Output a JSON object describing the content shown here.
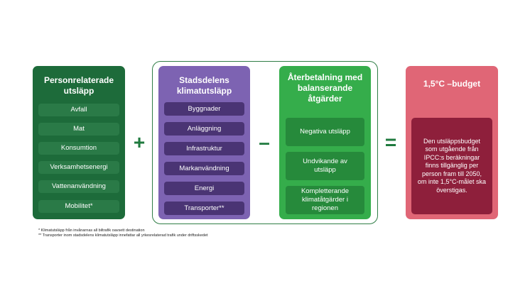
{
  "colors": {
    "green_dark": "#1d6b3a",
    "green_pill": "#2a7a47",
    "purple": "#7d63b2",
    "purple_pill": "#4a3474",
    "green_bright": "#35ad4b",
    "green_bright_pill": "#268a3b",
    "pink": "#e06676",
    "maroon": "#8e1f3b",
    "operator": "#1f7a3e",
    "group_border": "#2f7d45"
  },
  "card1": {
    "title": "Personrelaterade utsläpp",
    "items": [
      "Avfall",
      "Mat",
      "Konsumtion",
      "Verksamhetsenergi",
      "Vattenanvändning",
      "Mobilitet*"
    ]
  },
  "operator_plus": "+",
  "card2": {
    "title": "Stadsdelens klimatutsläpp",
    "items": [
      "Byggnader",
      "Anläggning",
      "Infrastruktur",
      "Markanvändning",
      "Energi",
      "Transporter**"
    ]
  },
  "operator_minus": "–",
  "card3": {
    "title": "Återbetalning med balanserande åtgärder",
    "items": [
      "Negativa utsläpp",
      "Undvikande av utsläpp",
      "Kompletterande klimatåtgärder i regionen"
    ]
  },
  "operator_equals": "=",
  "card4": {
    "title": "1,5°C –budget",
    "body": "Den utsläppsbudget som utgående från IPCC:s beräkningar finns tillgänglig per person fram till 2050, om inte 1,5°C-målet ska överstigas."
  },
  "footnotes": [
    "* Klimatutsläpp från invånarnas all biltrafik oavsett destination",
    "** Transporter inom stadsdelens klimatutsläpp innefattar all yrkesrelaterad trafik under driftsskedet"
  ]
}
